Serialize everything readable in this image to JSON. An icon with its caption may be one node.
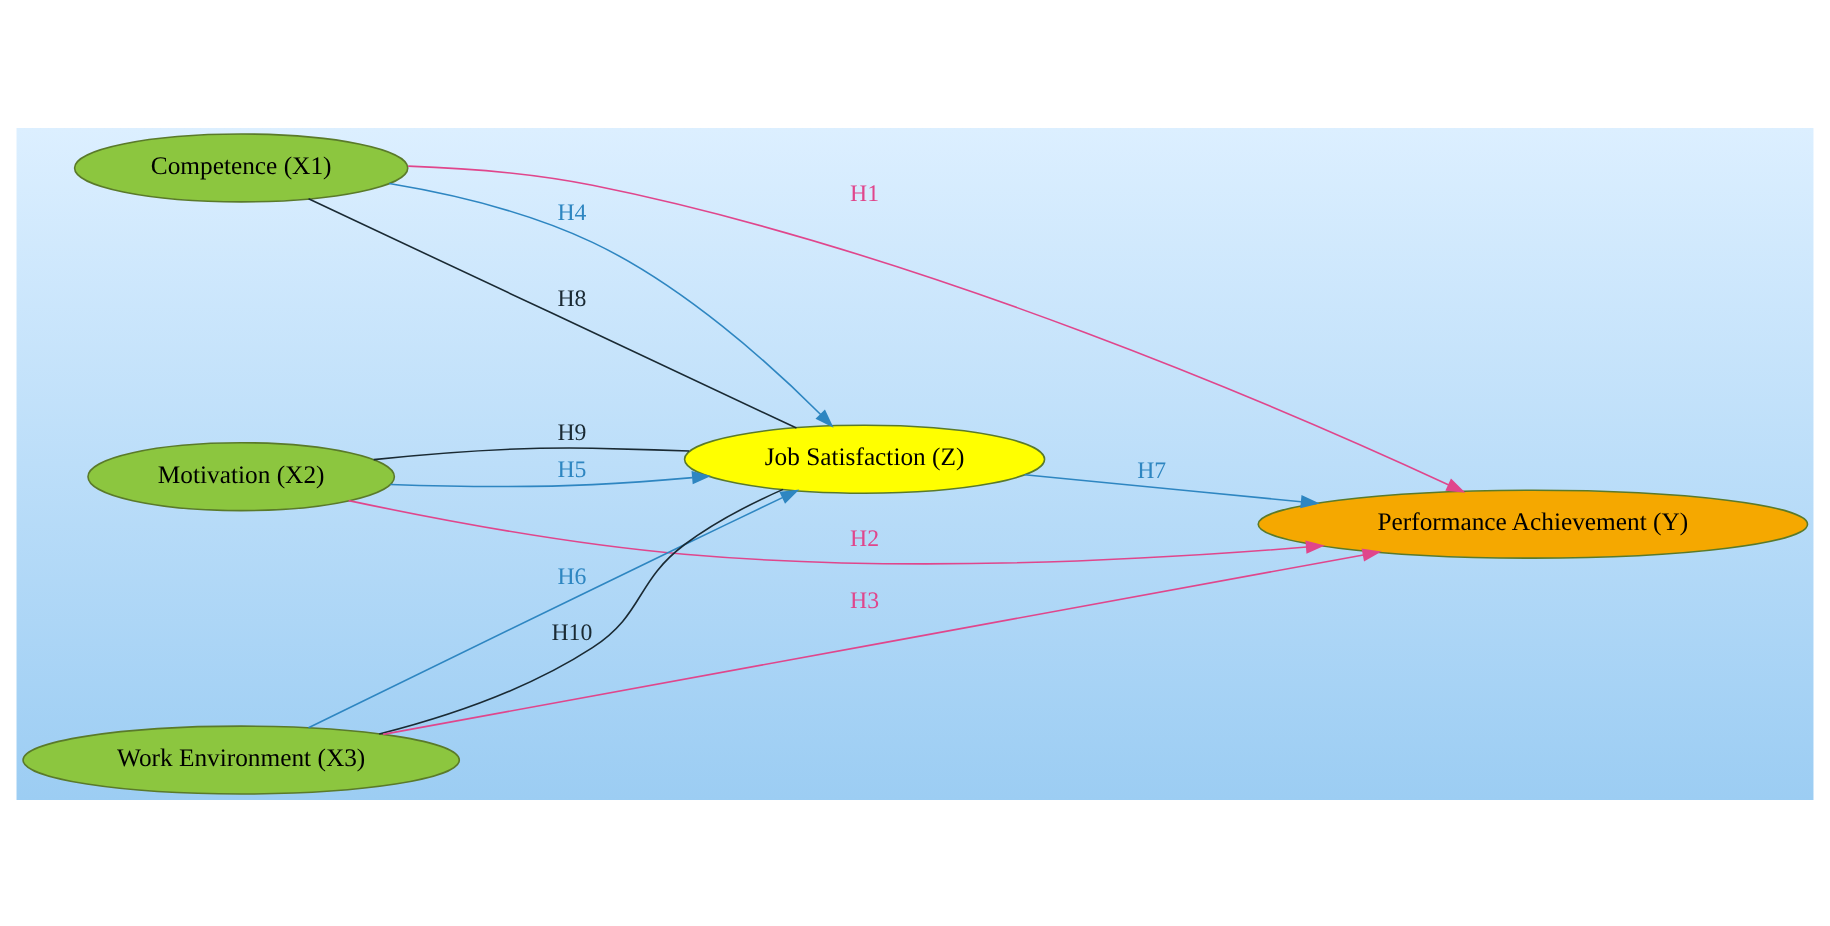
{
  "diagram": {
    "nodes": [
      {
        "text": [
          "Competence (X1)"
        ]
      },
      {
        "text": [
          "Motivation (X2)"
        ]
      },
      {
        "text": [
          "Work Environment (X3)"
        ]
      },
      {
        "text": [
          "Job Satisfaction (Z)"
        ]
      },
      {
        "text": [
          "Performance Achievement (Y)"
        ]
      }
    ],
    "edges": [
      {
        "from": 0,
        "to": 4,
        "arrow": "to",
        "label": "H1",
        "color": "#e0468c"
      },
      {
        "from": 1,
        "to": 4,
        "arrow": "to",
        "label": "H2",
        "color": "#e0468c"
      },
      {
        "from": 2,
        "to": 4,
        "arrow": "to",
        "label": "H3",
        "color": "#e0468c"
      },
      {
        "from": 0,
        "to": 3,
        "arrow": "to",
        "label": "H4"
      },
      {
        "from": 1,
        "to": 3,
        "arrow": "to",
        "label": "H5"
      },
      {
        "from": 2,
        "to": 3,
        "arrow": "to",
        "label": "H6"
      },
      {
        "from": 3,
        "to": 4,
        "arrow": "to",
        "label": "H7"
      },
      {
        "from": 0,
        "to": 3,
        "arrow": "none",
        "label": "H8",
        "color": "#1a2a33"
      },
      {
        "from": 1,
        "to": 3,
        "arrow": "none",
        "label": "H9",
        "color": "#1a2a33"
      },
      {
        "from": 2,
        "to": 3,
        "arrow": "none",
        "label": "H10",
        "color": "#1a2a33"
      }
    ]
  }
}
